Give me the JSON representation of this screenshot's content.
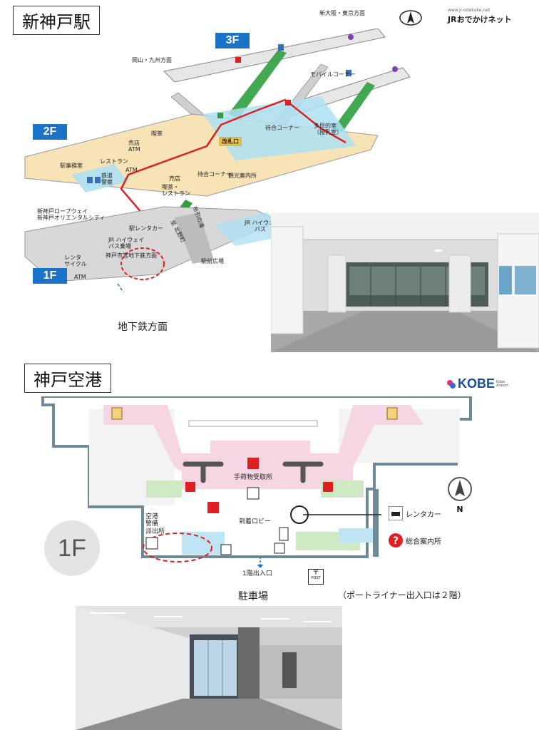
{
  "station": {
    "title": "新神戸駅",
    "floors": {
      "f3": "3F",
      "f2": "2F",
      "f1": "1F"
    },
    "direction_osaka": "新大阪・東京方面",
    "direction_okayama": "岡山・九州方面",
    "brand": "JRおでかけネット",
    "brand_url": "www.jr-odekake.net",
    "labels": {
      "mobile_corner": "モバイルコーナー",
      "waiting_corner_3f": "待合コーナー",
      "multipurpose": "多目的室",
      "multipurpose_sub": "（授乳室）",
      "shop_atm": "売店",
      "atm_2": "ATM",
      "cafe": "喫茶",
      "restaurant": "レストラン",
      "atm_3": "ATM",
      "station_office": "駅事務室",
      "police": "鉄道",
      "police_2": "警察",
      "ticket_gate": "改札口",
      "shop2": "売店",
      "cafe_restaurant": "喫茶・",
      "cafe_restaurant_2": "レストラン",
      "waiting_corner_2f": "待合コーナー",
      "tourist_info": "観光案内所",
      "ropeway": "新神戸ロープウェイ",
      "ropeway_2": "新神戸オリエンタルシティ",
      "rent_a_car": "駅レンタカー",
      "highway_bus_stop": "JR ハイウェイ",
      "highway_bus_stop_2": "バス乗場",
      "subway_entrance": "神戸市営地下鉄方面",
      "rental_cycle": "レンタ",
      "rental_cycle_2": "サイクル",
      "atm_1f": "ATM",
      "station_square": "駅前広場",
      "highway_bus": "JR ハイウェイ",
      "highway_bus_2": "バス",
      "road_1": "布引の滝",
      "road_2": "至 北野町",
      "subway_direction": "地下鉄方面"
    }
  },
  "airport": {
    "title": "神戸空港",
    "floor": "1F",
    "brand": "KOBE",
    "brand_sub": "Kobe Airport",
    "labels": {
      "baggage_claim": "手荷物受取所",
      "arrival_lobby": "到着ロビー",
      "police_box": "空港",
      "police_box_2": "警備",
      "police_box_3": "派出所",
      "rent_a_car": "レンタカー",
      "info_center": "総合案内所",
      "exit_1f": "1階出入口",
      "parking": "駐車場",
      "port_liner_note": "（ポートライナー出入口は２階）",
      "north": "N",
      "post": "POST"
    }
  },
  "colors": {
    "floor_tag": "#1a73c8",
    "route_red": "#e02020",
    "floor_yellow": "#f7e3b5",
    "floor_blue": "#aee0f2",
    "floor_gray": "#d8d8d8",
    "airport_pink": "#f7d6e4",
    "airport_green": "#cfe9c4",
    "map_outline": "#6e8a96",
    "stairs_green": "#2e9e3e"
  },
  "icons": [
    "compass-icon",
    "north-arrow-icon",
    "toilet-icon",
    "elevator-icon",
    "aed-icon",
    "locker-icon",
    "phone-icon",
    "escalator-icon",
    "question-icon",
    "car-icon",
    "post-icon",
    "luggage-icon"
  ]
}
